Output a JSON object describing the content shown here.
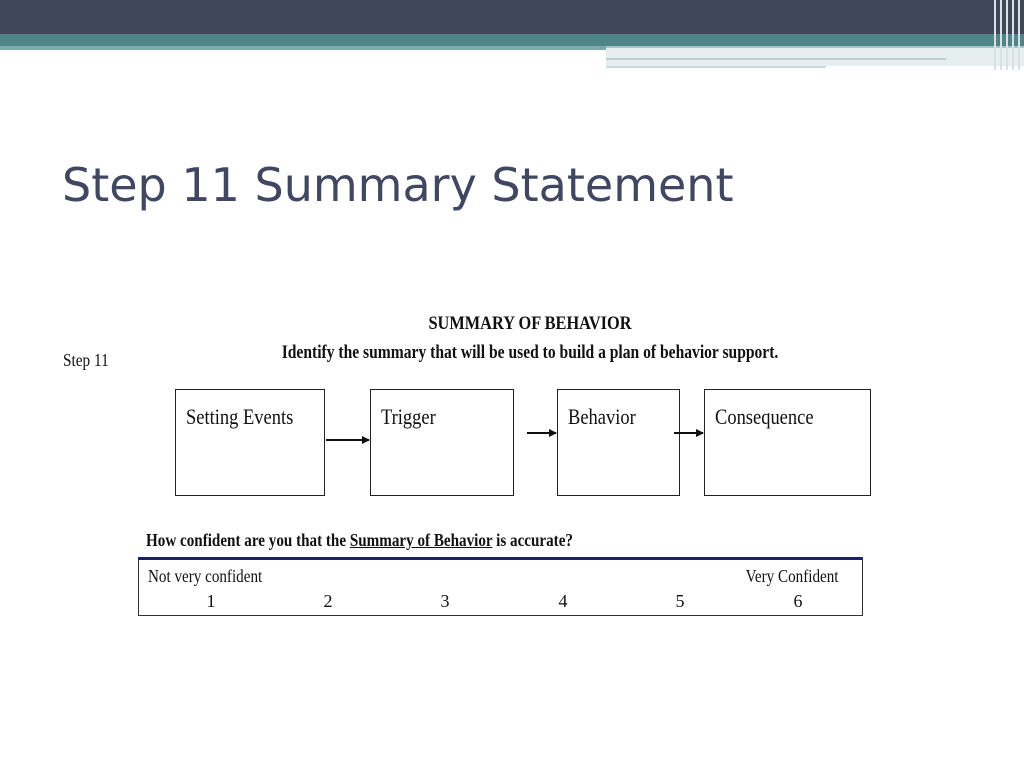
{
  "slide": {
    "title": "Step 11 Summary Statement"
  },
  "document": {
    "step_label": "Step 11",
    "title": "SUMMARY OF BEHAVIOR",
    "subtitle": "Identify the summary that will be used to build a plan of behavior support.",
    "flow": [
      {
        "label": "Setting Events"
      },
      {
        "label": "Trigger"
      },
      {
        "label": "Behavior"
      },
      {
        "label": "Consequence"
      }
    ],
    "question": {
      "prefix": "How confident are you that the ",
      "underlined": "Summary of Behavior",
      "suffix": " is accurate?"
    },
    "scale": {
      "low_label": "Not very confident",
      "high_label": "Very Confident",
      "values": [
        "1",
        "2",
        "3",
        "4",
        "5",
        "6"
      ]
    }
  },
  "colors": {
    "header_dark": "#41475a",
    "header_teal": "#4f8488",
    "title_text": "#414760",
    "table_top_border": "#1b1f7a"
  }
}
